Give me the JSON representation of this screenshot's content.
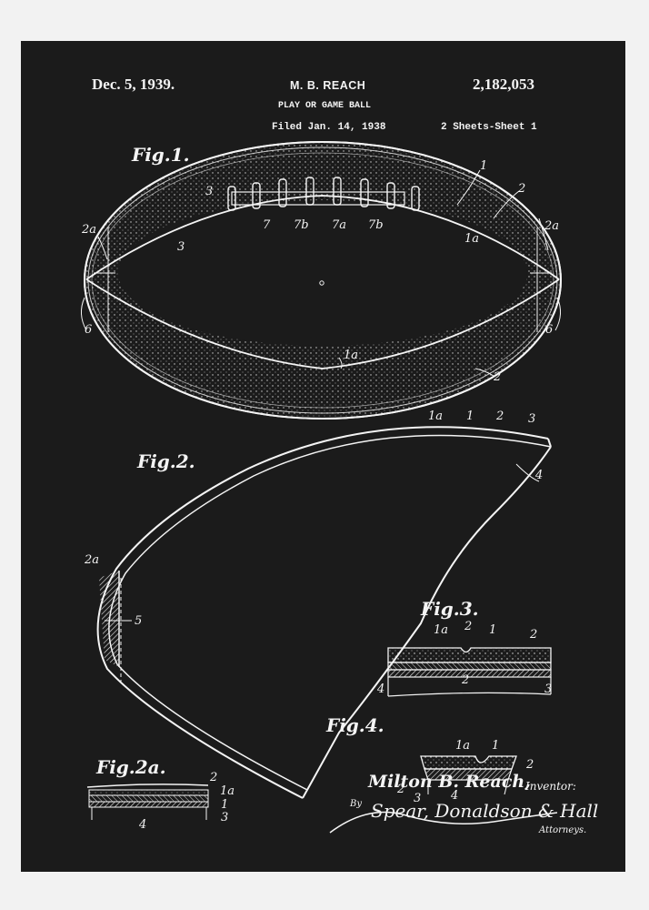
{
  "header": {
    "date": "Dec. 5, 1939.",
    "inventor": "M. B. REACH",
    "patent_number": "2,182,053",
    "title": "PLAY OR GAME BALL",
    "filed": "Filed Jan. 14, 1938",
    "sheets": "2 Sheets-Sheet 1"
  },
  "figures": {
    "fig1": {
      "label": "Fig.1.",
      "callouts": [
        "1",
        "2",
        "2a",
        "2a",
        "3",
        "3",
        "7",
        "7b",
        "7a",
        "7b",
        "1a",
        "6",
        "6",
        "1a",
        "2"
      ]
    },
    "fig2": {
      "label": "Fig.2.",
      "callouts": [
        "1a",
        "1",
        "2",
        "3",
        "4",
        "2a",
        "5"
      ]
    },
    "fig2a": {
      "label": "Fig.2a.",
      "callouts": [
        "2",
        "1a",
        "1",
        "3",
        "4"
      ]
    },
    "fig3": {
      "label": "Fig.3.",
      "callouts": [
        "1a",
        "2",
        "1",
        "2",
        "2",
        "4",
        "3"
      ]
    },
    "fig4": {
      "label": "Fig.4.",
      "callouts": [
        "1a",
        "1",
        "2",
        "2",
        "3",
        "4"
      ]
    }
  },
  "signature": {
    "inventor_caption": "Inventor:",
    "inventor_name": "Milton B. Reach,",
    "by": "By",
    "attorneys_signature": "Spear, Donaldson & Hall",
    "attorneys_caption": "Attorneys."
  },
  "colors": {
    "background": "#f2f2f2",
    "panel": "#1b1b1b",
    "ink": "#f4f4f4"
  }
}
